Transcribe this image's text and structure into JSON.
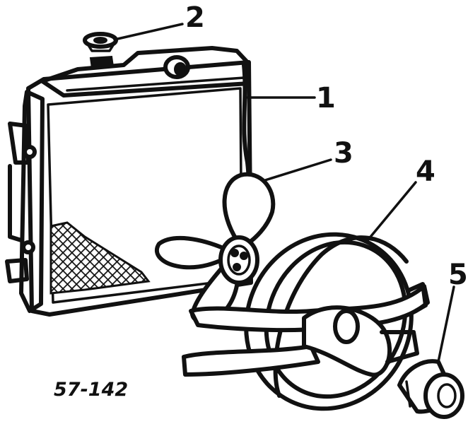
{
  "figure": {
    "id_label": "57-142",
    "callouts": [
      {
        "number": "1",
        "part": "radiator"
      },
      {
        "number": "2",
        "part": "radiator-cap"
      },
      {
        "number": "3",
        "part": "fan"
      },
      {
        "number": "4",
        "part": "fan-shroud"
      },
      {
        "number": "5",
        "part": "fan-motor"
      }
    ]
  }
}
